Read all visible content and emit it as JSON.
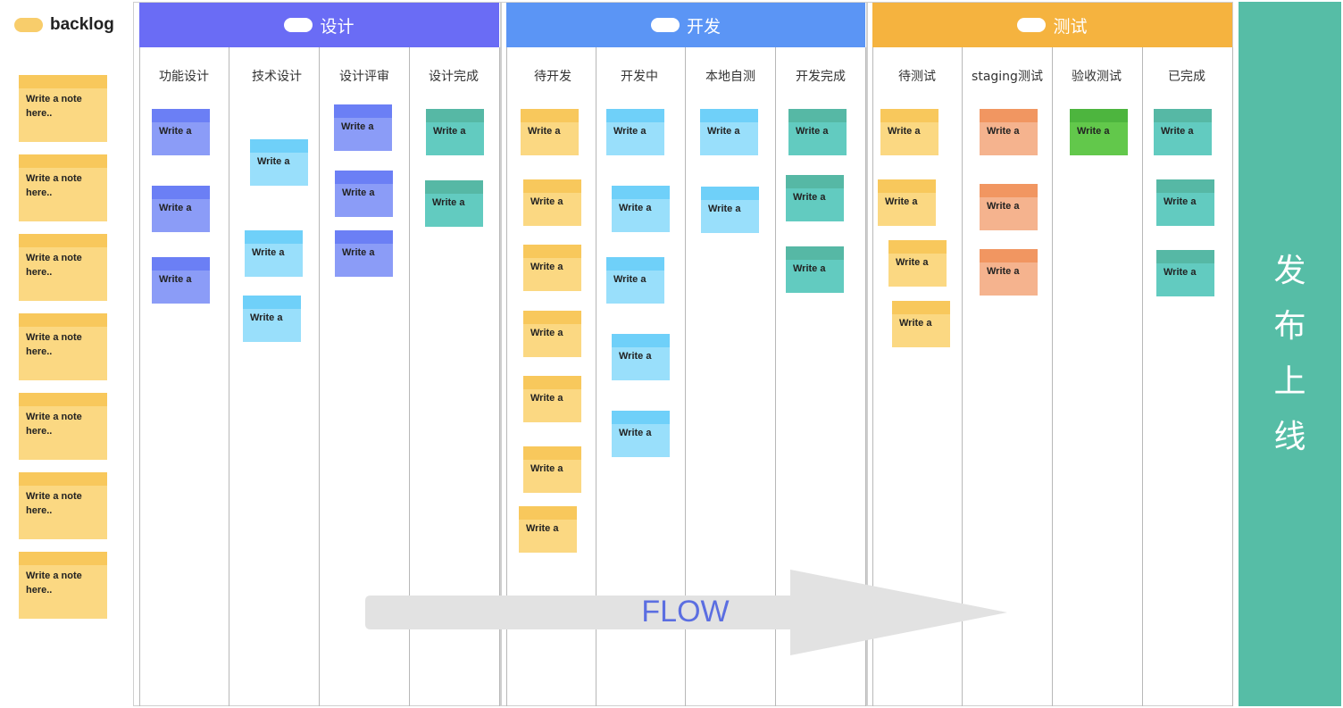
{
  "backlog": {
    "title": "backlog",
    "pill_color": "#f8cd6b",
    "notes": [
      {
        "text": "Write a note here.."
      },
      {
        "text": "Write a note here.."
      },
      {
        "text": "Write a note here.."
      },
      {
        "text": "Write a note here.."
      },
      {
        "text": "Write a note here.."
      },
      {
        "text": "Write a note here.."
      },
      {
        "text": "Write a note here.."
      }
    ]
  },
  "stages": [
    {
      "title": "设计",
      "color": "#6a6cf5",
      "columns": [
        {
          "title": "功能设计",
          "notes": [
            {
              "text": "Write a",
              "color": "blue"
            },
            {
              "text": "Write a",
              "color": "blue"
            },
            {
              "text": "Write a",
              "color": "blue"
            }
          ]
        },
        {
          "title": "技术设计",
          "notes": [
            {
              "text": "Write a",
              "color": "cyan"
            },
            {
              "text": "Write a",
              "color": "cyan"
            },
            {
              "text": "Write a",
              "color": "cyan"
            }
          ]
        },
        {
          "title": "设计评审",
          "notes": [
            {
              "text": "Write a",
              "color": "blue"
            },
            {
              "text": "Write a",
              "color": "blue"
            },
            {
              "text": "Write a",
              "color": "blue"
            }
          ]
        },
        {
          "title": "设计完成",
          "notes": [
            {
              "text": "Write a",
              "color": "teal"
            },
            {
              "text": "Write a",
              "color": "teal"
            }
          ]
        }
      ]
    },
    {
      "title": "开发",
      "color": "#5b95f5",
      "columns": [
        {
          "title": "待开发",
          "notes": [
            {
              "text": "Write a",
              "color": "yellow"
            },
            {
              "text": "Write a",
              "color": "yellow"
            },
            {
              "text": "Write a",
              "color": "yellow"
            },
            {
              "text": "Write a",
              "color": "yellow"
            },
            {
              "text": "Write a",
              "color": "yellow"
            },
            {
              "text": "Write a",
              "color": "yellow"
            },
            {
              "text": "Write a",
              "color": "yellow"
            }
          ]
        },
        {
          "title": "开发中",
          "notes": [
            {
              "text": "Write a",
              "color": "cyan"
            },
            {
              "text": "Write a",
              "color": "cyan"
            },
            {
              "text": "Write a",
              "color": "cyan"
            },
            {
              "text": "Write a",
              "color": "cyan"
            },
            {
              "text": "Write a",
              "color": "cyan"
            }
          ]
        },
        {
          "title": "本地自测",
          "notes": [
            {
              "text": "Write a",
              "color": "cyan"
            },
            {
              "text": "Write a",
              "color": "cyan"
            }
          ]
        },
        {
          "title": "开发完成",
          "notes": [
            {
              "text": "Write a",
              "color": "teal"
            },
            {
              "text": "Write a",
              "color": "teal"
            },
            {
              "text": "Write a",
              "color": "teal"
            }
          ]
        }
      ]
    },
    {
      "title": "测试",
      "color": "#f5b33f",
      "columns": [
        {
          "title": "待测试",
          "notes": [
            {
              "text": "Write a",
              "color": "yellow"
            },
            {
              "text": "Write a",
              "color": "yellow"
            },
            {
              "text": "Write a",
              "color": "yellow"
            },
            {
              "text": "Write a",
              "color": "yellow"
            }
          ]
        },
        {
          "title": "staging测试",
          "notes": [
            {
              "text": "Write a",
              "color": "orange"
            },
            {
              "text": "Write a",
              "color": "orange"
            },
            {
              "text": "Write a",
              "color": "orange"
            }
          ]
        },
        {
          "title": "验收测试",
          "notes": [
            {
              "text": "Write a",
              "color": "green"
            }
          ]
        },
        {
          "title": "已完成",
          "notes": [
            {
              "text": "Write a",
              "color": "teal"
            },
            {
              "text": "Write a",
              "color": "teal"
            },
            {
              "text": "Write a",
              "color": "teal"
            }
          ]
        }
      ]
    }
  ],
  "release": {
    "chars": [
      "发",
      "布",
      "上",
      "线"
    ],
    "color": "#56bda6"
  },
  "flow": {
    "label": "FLOW"
  },
  "note_colors": {
    "blue": {
      "band": "#6b7ff5",
      "body": "#8b9cf7"
    },
    "cyan": {
      "band": "#6fd0f9",
      "body": "#99dffb"
    },
    "teal": {
      "band": "#56b8a5",
      "body": "#62cbc0"
    },
    "yellow": {
      "band": "#f8c85c",
      "body": "#fbd882"
    },
    "orange": {
      "band": "#f19661",
      "body": "#f5b38e"
    },
    "green": {
      "band": "#4db53e",
      "body": "#62c84b"
    }
  }
}
